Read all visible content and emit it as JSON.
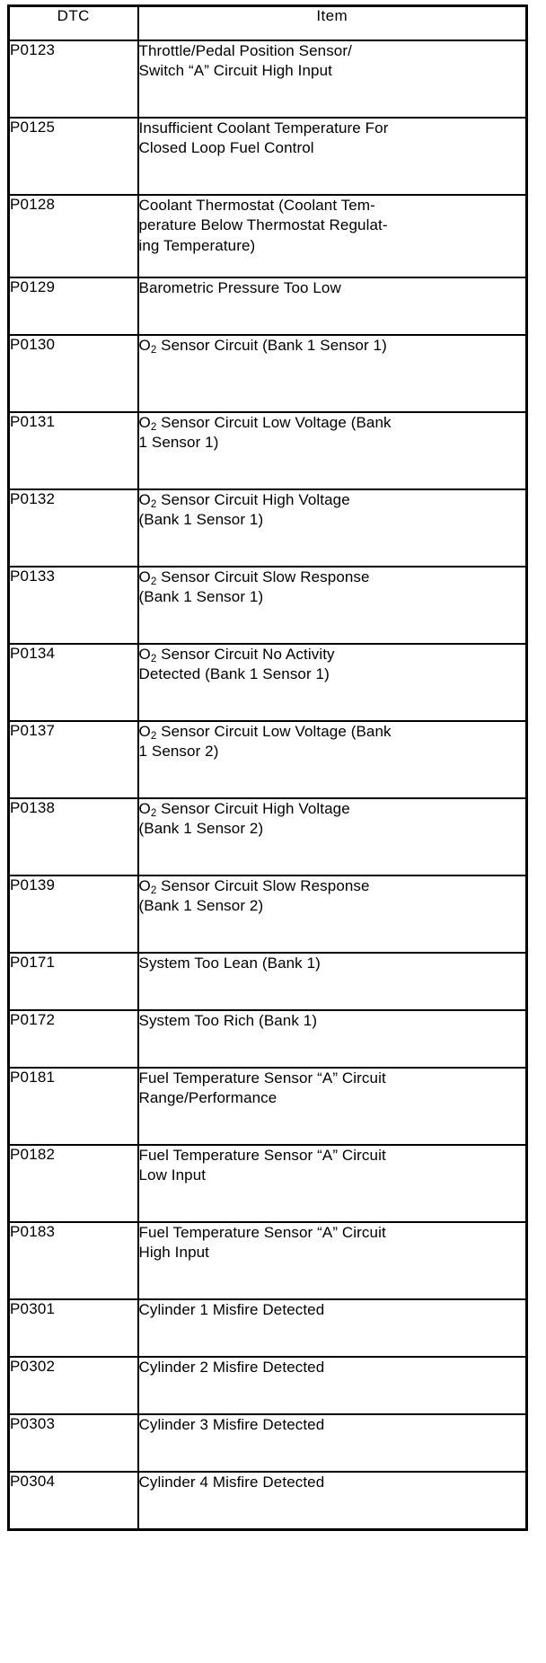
{
  "table": {
    "columns": [
      {
        "key": "dtc",
        "label": "DTC"
      },
      {
        "key": "item",
        "label": "Item"
      }
    ],
    "rows": [
      {
        "dtc": "P0123",
        "lines": [
          "Throttle/Pedal Position Sensor/",
          "Switch “A” Circuit High Input"
        ],
        "height": "h2",
        "o2": false
      },
      {
        "dtc": "P0125",
        "lines": [
          "Insufficient Coolant Temperature For",
          "Closed Loop Fuel Control"
        ],
        "height": "h2",
        "o2": false
      },
      {
        "dtc": "P0128",
        "lines": [
          "Coolant Thermostat (Coolant Tem-",
          "perature Below Thermostat Regulat-",
          "ing Temperature)"
        ],
        "height": "h3",
        "o2": false
      },
      {
        "dtc": "P0129",
        "lines": [
          "Barometric Pressure Too Low"
        ],
        "height": "h1",
        "o2": false
      },
      {
        "dtc": "P0130",
        "lines": [
          " Sensor Circuit (Bank 1 Sensor 1)"
        ],
        "height": "h2",
        "o2": true
      },
      {
        "dtc": "P0131",
        "lines": [
          " Sensor Circuit Low Voltage (Bank",
          "1 Sensor 1)"
        ],
        "height": "h2",
        "o2": true
      },
      {
        "dtc": "P0132",
        "lines": [
          " Sensor Circuit High Voltage",
          "(Bank 1 Sensor 1)"
        ],
        "height": "h2",
        "o2": true
      },
      {
        "dtc": "P0133",
        "lines": [
          " Sensor Circuit Slow Response",
          "(Bank 1 Sensor 1)"
        ],
        "height": "h2",
        "o2": true
      },
      {
        "dtc": "P0134",
        "lines": [
          " Sensor Circuit No Activity",
          "Detected (Bank 1 Sensor 1)"
        ],
        "height": "h2",
        "o2": true
      },
      {
        "dtc": "P0137",
        "lines": [
          " Sensor Circuit Low Voltage (Bank",
          "1 Sensor 2)"
        ],
        "height": "h2",
        "o2": true
      },
      {
        "dtc": "P0138",
        "lines": [
          " Sensor Circuit High Voltage",
          "(Bank 1 Sensor 2)"
        ],
        "height": "h2",
        "o2": true
      },
      {
        "dtc": "P0139",
        "lines": [
          " Sensor Circuit Slow Response",
          "(Bank 1 Sensor 2)"
        ],
        "height": "h2",
        "o2": true
      },
      {
        "dtc": "P0171",
        "lines": [
          "System Too Lean (Bank 1)"
        ],
        "height": "h1",
        "o2": false
      },
      {
        "dtc": "P0172",
        "lines": [
          "System Too Rich (Bank 1)"
        ],
        "height": "h1",
        "o2": false
      },
      {
        "dtc": "P0181",
        "lines": [
          "Fuel Temperature Sensor “A” Circuit",
          "Range/Performance"
        ],
        "height": "h2",
        "o2": false
      },
      {
        "dtc": "P0182",
        "lines": [
          "Fuel Temperature Sensor “A” Circuit",
          "Low Input"
        ],
        "height": "h2",
        "o2": false
      },
      {
        "dtc": "P0183",
        "lines": [
          "Fuel Temperature Sensor “A” Circuit",
          "High Input"
        ],
        "height": "h2",
        "o2": false
      },
      {
        "dtc": "P0301",
        "lines": [
          "Cylinder 1 Misfire Detected"
        ],
        "height": "h1",
        "o2": false
      },
      {
        "dtc": "P0302",
        "lines": [
          "Cylinder 2 Misfire Detected"
        ],
        "height": "h1",
        "o2": false
      },
      {
        "dtc": "P0303",
        "lines": [
          "Cylinder 3 Misfire Detected"
        ],
        "height": "h1",
        "o2": false
      },
      {
        "dtc": "P0304",
        "lines": [
          "Cylinder 4 Misfire Detected"
        ],
        "height": "h1",
        "o2": false
      }
    ],
    "o2_symbol": {
      "element": "O",
      "subscript": "2"
    }
  },
  "colors": {
    "background": "#ffffff",
    "text": "#000000",
    "border": "#000000"
  }
}
